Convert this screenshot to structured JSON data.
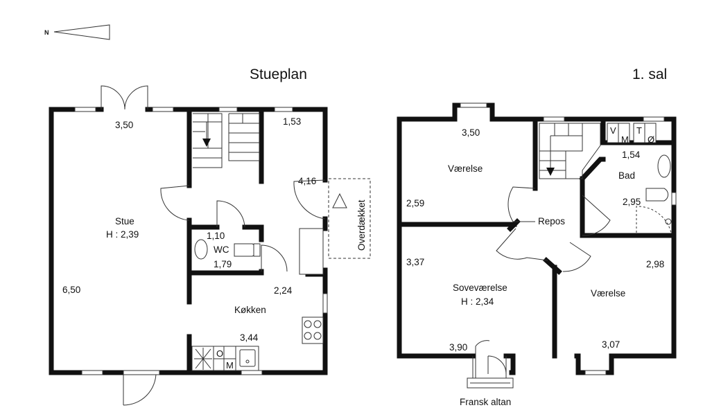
{
  "north_label": "N",
  "floors": {
    "ground": {
      "title": "Stueplan",
      "rooms": {
        "stue": {
          "name": "Stue",
          "height": "H : 2,39",
          "width": "3,50",
          "depth": "6,50"
        },
        "hall": {
          "width": "1,53",
          "depth": "4,16"
        },
        "wc": {
          "name": "WC",
          "width": "1,10",
          "depth": "1,79"
        },
        "kitchen": {
          "name": "Køkken",
          "depth": "2,24",
          "width": "3,44"
        }
      },
      "covered_label": "Overdækket",
      "appliance_labels": [
        "O",
        "M"
      ]
    },
    "first": {
      "title": "1. sal",
      "rooms": {
        "room_nw": {
          "name": "Værelse",
          "width": "3,50",
          "depth": "2,59"
        },
        "bath": {
          "name": "Bad",
          "width": "1,54",
          "depth": "2,95"
        },
        "landing": {
          "name": "Repos"
        },
        "bedroom": {
          "name": "Soveværelse",
          "height": "H : 2,34",
          "depth": "3,37",
          "width": "3,90"
        },
        "room_se": {
          "name": "Værelse",
          "depth": "2,98",
          "width": "3,07"
        }
      },
      "appliance_labels": [
        "V",
        "M",
        "T",
        "Ø"
      ],
      "balcony_label": "Fransk altan"
    }
  },
  "colors": {
    "wall": "#111111",
    "line": "#333333",
    "background": "#ffffff"
  }
}
